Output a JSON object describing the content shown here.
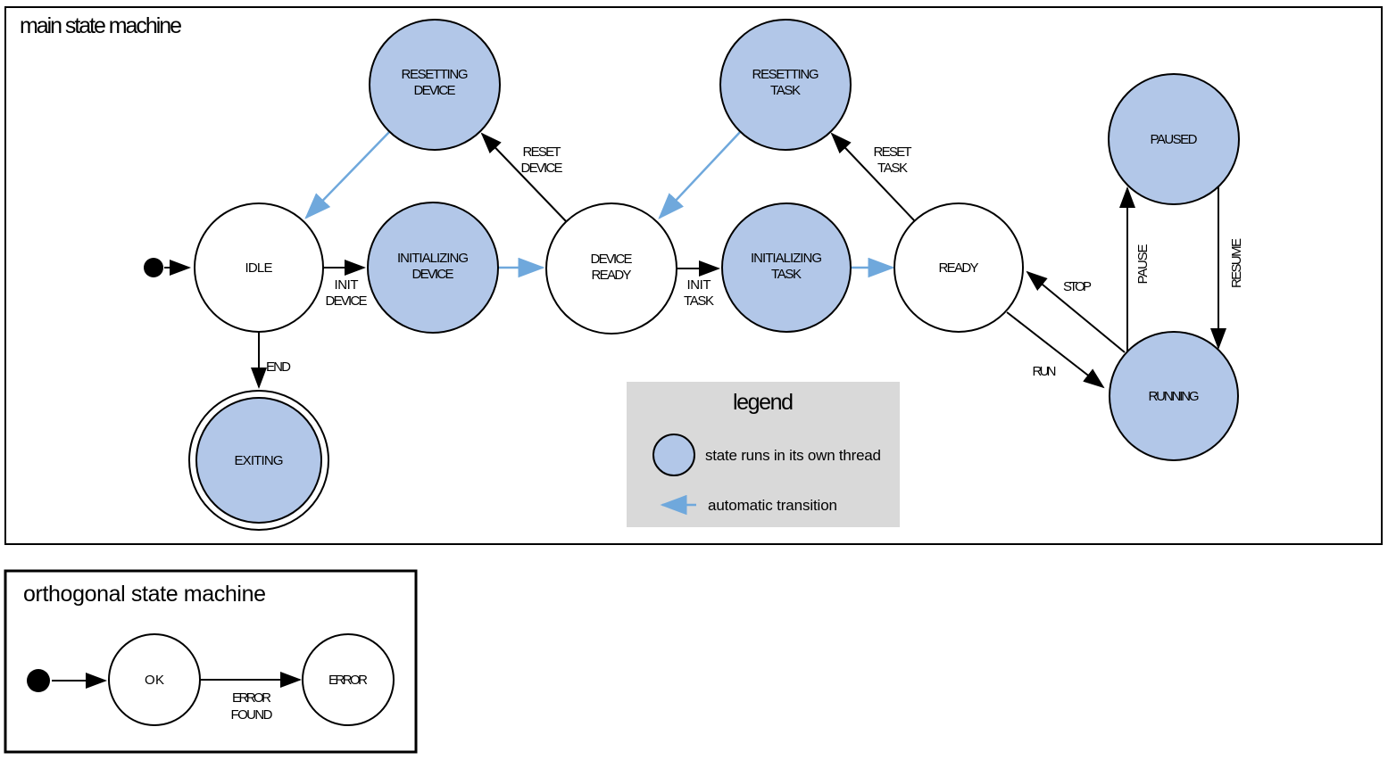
{
  "main": {
    "title": "main state machine",
    "states": {
      "idle": {
        "label": "IDLE"
      },
      "resetting_device": {
        "line1": "RESETTING",
        "line2": "DEVICE"
      },
      "initializing_device": {
        "line1": "INITIALIZING",
        "line2": "DEVICE"
      },
      "device_ready": {
        "line1": "DEVICE",
        "line2": "READY"
      },
      "resetting_task": {
        "line1": "RESETTING",
        "line2": "TASK"
      },
      "initializing_task": {
        "line1": "INITIALIZING",
        "line2": "TASK"
      },
      "ready": {
        "label": "READY"
      },
      "paused": {
        "label": "PAUSED"
      },
      "running": {
        "label": "RUNNING"
      },
      "exiting": {
        "label": "EXITING"
      }
    },
    "transitions": {
      "init_device": {
        "line1": "INIT",
        "line2": "DEVICE"
      },
      "reset_device": {
        "line1": "RESET",
        "line2": "DEVICE"
      },
      "init_task": {
        "line1": "INIT",
        "line2": "TASK"
      },
      "reset_task": {
        "line1": "RESET",
        "line2": "TASK"
      },
      "stop": {
        "label": "STOP"
      },
      "run": {
        "label": "RUN"
      },
      "pause": {
        "label": "PAUSE"
      },
      "resume": {
        "label": "RESUME"
      },
      "end": {
        "label": "END"
      }
    }
  },
  "legend": {
    "title": "legend",
    "thread_item": "state runs in its own thread",
    "auto_item": "automatic transition"
  },
  "orthogonal": {
    "title": "orthogonal state machine",
    "states": {
      "ok": {
        "label": "OK"
      },
      "error": {
        "label": "ERROR"
      }
    },
    "transitions": {
      "error_found": {
        "line1": "ERROR",
        "line2": "FOUND"
      }
    }
  },
  "colors": {
    "thread_state_fill": "#b2c7e8",
    "plain_state_fill": "#ffffff",
    "auto_transition_blue": "#6fa8dc",
    "legend_background": "#d9d9d9",
    "outline_black": "#000000"
  }
}
